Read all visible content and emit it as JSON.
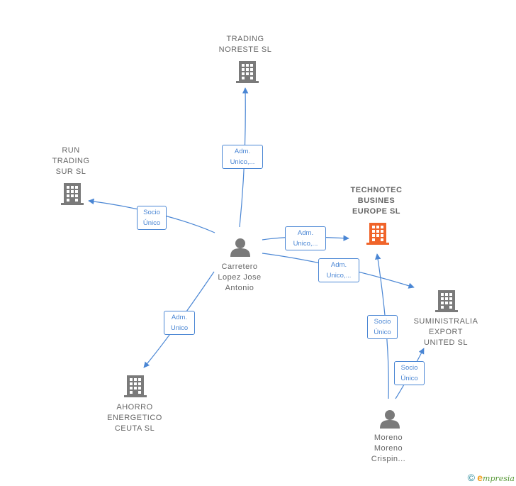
{
  "colors": {
    "edge": "#4a86d4",
    "company": "#7a7a7a",
    "focus_company": "#f0642a",
    "person": "#7a7a7a"
  },
  "nodes": {
    "trading_noreste": {
      "label": "TRADING\nNORESTE  SL",
      "icon": "building-icon"
    },
    "run_trading": {
      "label": "RUN\nTRADING\nSUR  SL",
      "icon": "building-icon"
    },
    "technotec": {
      "label": "TECHNOTEC\nBUSINES\nEUROPE  SL",
      "icon": "building-icon"
    },
    "suministralia": {
      "label": "SUMINISTRALIA\nEXPORT\nUNITED  SL",
      "icon": "building-icon"
    },
    "ahorro": {
      "label": "AHORRO\nENERGETICO\nCEUTA  SL",
      "icon": "building-icon"
    },
    "carretero": {
      "label": "Carretero\nLopez Jose\nAntonio",
      "icon": "person-icon"
    },
    "moreno": {
      "label": "Moreno\nMoreno\nCrispin...",
      "icon": "person-icon"
    }
  },
  "edges": {
    "carretero_trading": "Adm.\nUnico,...",
    "carretero_run": "Socio\nÚnico",
    "carretero_technotec": "Adm.\nUnico,...",
    "carretero_suministralia": "Adm.\nUnico,...",
    "carretero_ahorro": "Adm.\nUnico",
    "moreno_technotec": "Socio\nÚnico",
    "moreno_suministralia": "Socio\nÚnico"
  },
  "footer": {
    "copyright": "©",
    "brand_initial": "e",
    "brand_rest": "mpresia"
  }
}
